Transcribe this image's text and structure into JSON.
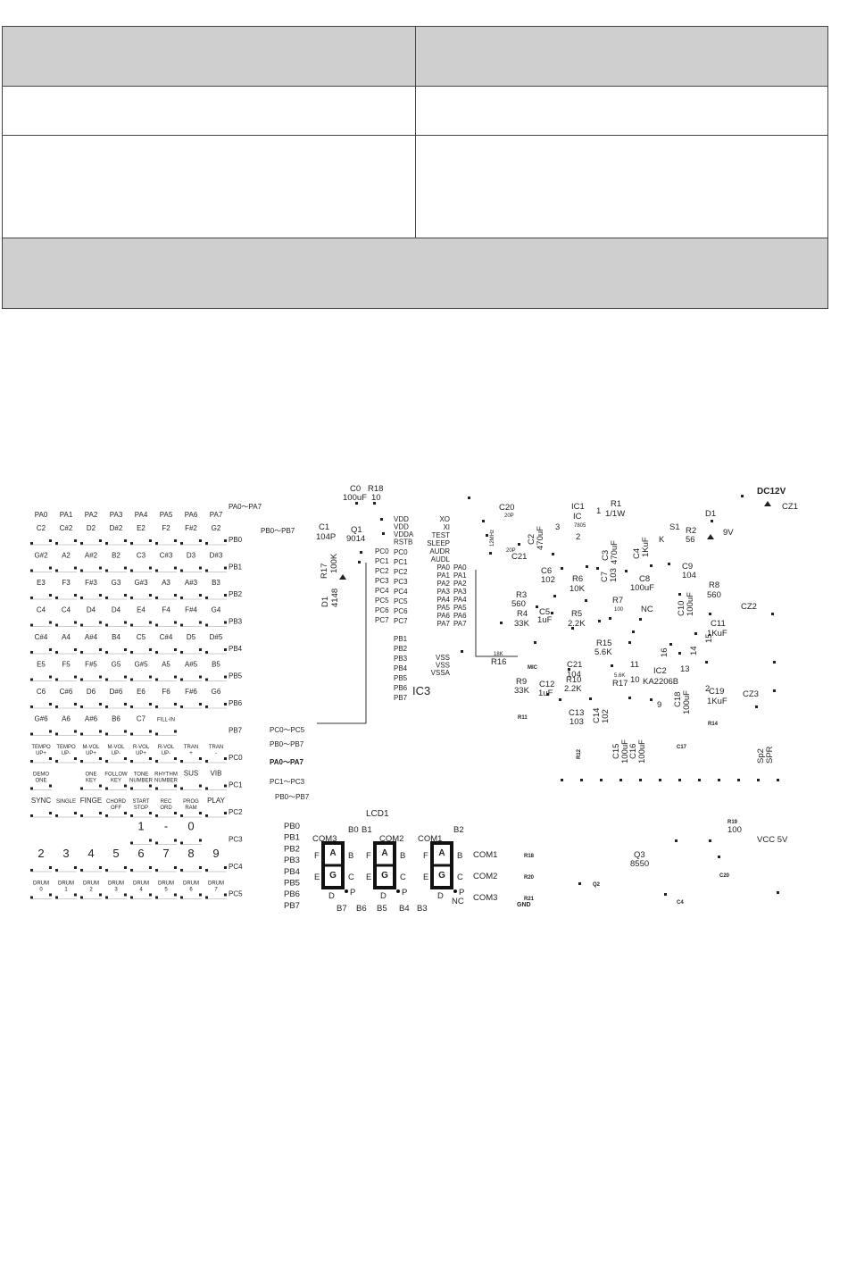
{
  "keypad": {
    "pa_header": [
      "PA0",
      "PA1",
      "PA2",
      "PA3",
      "PA4",
      "PA5",
      "PA6",
      "PA7"
    ],
    "rows": [
      {
        "keys": [
          "C2",
          "C#2",
          "D2",
          "D#2",
          "E2",
          "F2",
          "F#2",
          "G2"
        ],
        "row_label": "PB0"
      },
      {
        "keys": [
          "G#2",
          "A2",
          "A#2",
          "B2",
          "C3",
          "C#3",
          "D3",
          "D#3"
        ],
        "row_label": "PB1"
      },
      {
        "keys": [
          "E3",
          "F3",
          "F#3",
          "G3",
          "G#3",
          "A3",
          "A#3",
          "B3"
        ],
        "row_label": "PB2"
      },
      {
        "keys": [
          "C4",
          "C4",
          "D4",
          "D4",
          "E4",
          "F4",
          "F#4",
          "G4"
        ],
        "row_label": "PB3"
      },
      {
        "keys": [
          "C#4",
          "A4",
          "A#4",
          "B4",
          "C5",
          "C#4",
          "D5",
          "D#5"
        ],
        "row_label": "PB4"
      },
      {
        "keys": [
          "E5",
          "F5",
          "F#5",
          "G5",
          "G#5",
          "A5",
          "A#5",
          "B5"
        ],
        "row_label": "PB5"
      },
      {
        "keys": [
          "C6",
          "C#6",
          "D6",
          "D#6",
          "E6",
          "F6",
          "F#6",
          "G6"
        ],
        "row_label": "PB6"
      },
      {
        "keys": [
          "G#6",
          "A6",
          "A#6",
          "B6",
          "C7",
          "FILL-IN",
          ""
        ],
        "row_label": "PB7"
      },
      {
        "keys": [
          "TEMPO UP+",
          "TEMPO UP-",
          "M-VOL UP+",
          "M-VOL UP-",
          "R-VOL UP+",
          "R-VOL UP-",
          "TRAN +",
          "TRAN -"
        ],
        "row_label": "PC0"
      },
      {
        "keys": [
          "DEMO ONE",
          "",
          "ONE KEY",
          "FOLLOW KEY",
          "TONE NUMBER",
          "RHYTHM NUMBER",
          "SUS",
          "VIB"
        ],
        "row_label": "PC1"
      },
      {
        "keys": [
          "SYNC",
          "SINGLE",
          "FINGE",
          "CHORD OFF",
          "START STOP",
          "REC ORD",
          "PROG RAM",
          "PLAY"
        ],
        "row_label": "PC2"
      },
      {
        "keys": [
          "",
          "",
          "",
          "",
          "1",
          "-",
          "0",
          ""
        ],
        "row_label": "PC3"
      },
      {
        "keys": [
          "2",
          "3",
          "4",
          "5",
          "6",
          "7",
          "8",
          "9"
        ],
        "row_label": "PC4"
      },
      {
        "keys": [
          "DRUM 0",
          "DRUM 1",
          "DRUM 2",
          "DRUM 3",
          "DRUM 4",
          "DRUM 5",
          "DRUM 6",
          "DRUM 7"
        ],
        "row_label": "PC5"
      }
    ],
    "bus_pa": "PA0～PA7"
  },
  "ic3": {
    "label": "IC3",
    "left_pins": [
      "PC0",
      "PC1",
      "PC2",
      "PC3",
      "PC4",
      "PC5",
      "PC6",
      "PC7"
    ],
    "top_pins": [
      "VDD",
      "VDD",
      "VDDA",
      "RSTB"
    ],
    "inner_pc": [
      "PC0",
      "PC1",
      "PC2",
      "PC3",
      "PC4",
      "PC5",
      "PC6",
      "PC7"
    ],
    "pb_pins": [
      "PB1",
      "PB2",
      "PB3",
      "PB4",
      "PB5",
      "PB6",
      "PB7"
    ],
    "right_pins": [
      "XO",
      "XI",
      "TEST",
      "SLEEP",
      "AUDR",
      "AUDL",
      "PA0",
      "PA1",
      "PA2",
      "PA3",
      "PA4",
      "PA5",
      "PA6",
      "PA7"
    ],
    "right_pa": [
      "PA0",
      "PA1",
      "PA2",
      "PA3",
      "PA4",
      "PA5",
      "PA6",
      "PA7"
    ],
    "vss_pins": [
      "VSS",
      "VSS",
      "VSSA"
    ]
  },
  "buses": {
    "pb0_pb7": "PB0～PB7",
    "pc0_pc5": "PC0～PC5",
    "pb0_pb7_b": "PB0～PB7",
    "pa0_pa7": "PA0～PA7",
    "pc1_pc3": "PC1～PC3",
    "pb0_pb7_c": "PB0～PB7"
  },
  "components": {
    "c0": "C0",
    "c0_val": "100uF",
    "r18": "R18",
    "r18_val": "10",
    "c1": "C1",
    "c1_val": "104P",
    "q1": "Q1",
    "q1_val": "9014",
    "r17": "R17",
    "r17_val": "100K",
    "d1l": "D1",
    "d1l_val": "4148",
    "c20": "C20",
    "c20_val": "20P",
    "xtal": "12MHz",
    "c21": "C21",
    "c21_val": "20P",
    "ic1": "IC1",
    "ic1_sub": "IC",
    "ic1_val": "7805",
    "r1": "R1",
    "r1_val": "1/1W",
    "c2": "C2",
    "c2_val": "470uF",
    "c3": "C3",
    "c3_val": "470uF",
    "c4": "C4",
    "c4_val": "1KuF",
    "s1": "S1",
    "s1_k": "K",
    "r2": "R2",
    "r2_val": "56",
    "d1": "D1",
    "v9": "9V",
    "dc": "DC12V",
    "cz1": "CZ1",
    "c6": "C6",
    "c6_val": "102",
    "r6": "R6",
    "r6_val": "10K",
    "c7": "C7",
    "c7_val": "103",
    "c8": "C8",
    "c8_val": "100uF",
    "c9": "C9",
    "c9_val": "104",
    "r8": "R8",
    "r8_val": "560",
    "r3": "R3",
    "r3_val": "560",
    "r4": "R4",
    "r4_val": "33K",
    "c5": "C5",
    "c5_val": "1uF",
    "r5": "R5",
    "r5_val": "2.2K",
    "r7": "R7",
    "r7_val": "100",
    "nc": "NC",
    "c10": "C10",
    "c10_val": "100uF",
    "cz2": "CZ2",
    "c11": "C11",
    "c11_val": "1KuF",
    "r16_val": "18K",
    "r16": "R16",
    "mic": "MIC",
    "c21b": "C21",
    "c21b_val": "104",
    "r15": "R15",
    "r15_val": "5.6K",
    "r17b": "R17",
    "r17b_val": "5.6K",
    "ic2": "IC2",
    "ic2_val": "KA2206B",
    "r9": "R9",
    "r9_val": "33K",
    "c12": "C12",
    "c12_val": "1uF",
    "r10": "R10",
    "r10_val": "2.2K",
    "c19": "C19",
    "c19_val": "1KuF",
    "c13": "C13",
    "c13_val": "103",
    "c14": "C14",
    "c14_val": "102",
    "c18": "C18",
    "c18_val": "100uF",
    "cz3": "CZ3",
    "r14": "R14",
    "c15": "C15",
    "c15_val": "100uF",
    "c16": "C16",
    "c16_val": "100uF",
    "sp2": "Sp2",
    "spr": "SPR",
    "r11": "R11",
    "r12": "R12",
    "c17": "C17",
    "vcc": "VCC 5V",
    "r19": "R19",
    "r19_val": "100",
    "q3": "Q3",
    "q3_val": "8550",
    "c20b": "C20",
    "q2": "Q2",
    "c4b": "C4",
    "pin_nums": [
      "1",
      "2",
      "3",
      "11",
      "16",
      "14",
      "15",
      "10",
      "13",
      "2",
      "9"
    ]
  },
  "lcd": {
    "label": "LCD1",
    "pb_pins": [
      "PB0",
      "PB1",
      "PB2",
      "PB3",
      "PB4",
      "PB5",
      "PB6",
      "PB7"
    ],
    "com3": "COM3",
    "com2": "COM2",
    "com1": "COM1",
    "b0": "B0",
    "b1": "B1",
    "b2": "B2",
    "seg_a": "A",
    "seg_f": "F",
    "seg_b": "B",
    "seg_g": "G",
    "seg_e": "E",
    "seg_c": "C",
    "seg_d": "D",
    "seg_p": "P",
    "bottom": [
      "B7",
      "B6",
      "B5",
      "B4",
      "B3"
    ],
    "nc": "NC",
    "com_out": [
      "COM1",
      "COM2",
      "COM3"
    ],
    "com_res": [
      "R18",
      "R20",
      "R21"
    ],
    "gnd": "GND"
  }
}
